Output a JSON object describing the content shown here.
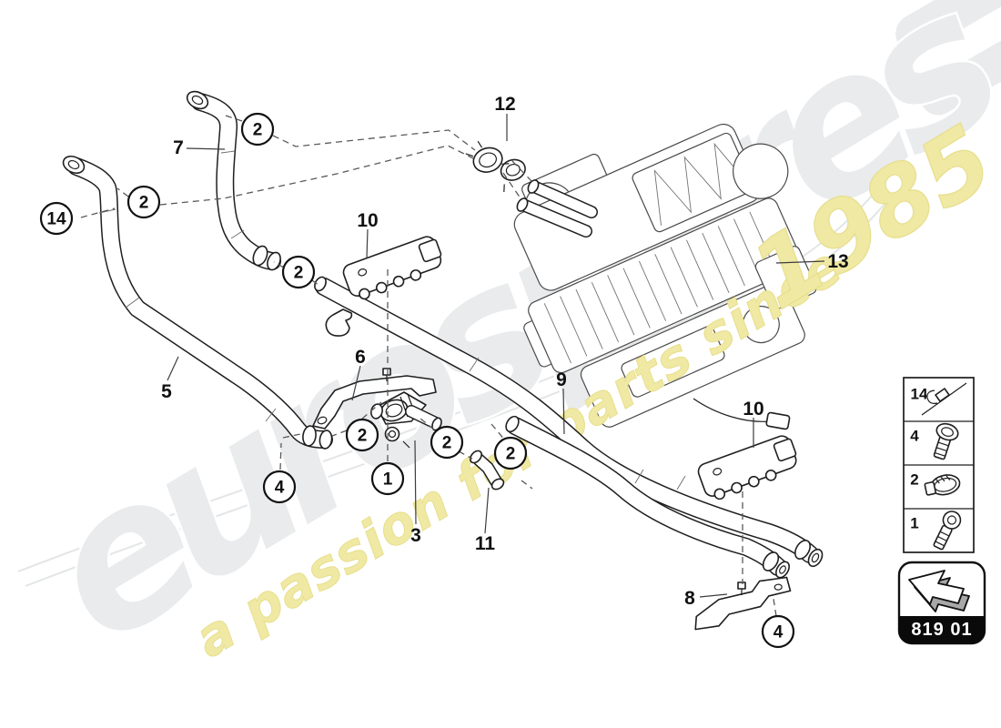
{
  "watermark": {
    "brand": "eurospares",
    "tagline": "a passion for parts since",
    "year": "1985",
    "brand_color": "#e9ebec",
    "tagline_color": "#f0e9a4"
  },
  "diagram": {
    "description": "heating-air-conditioning-pipes-exploded-view",
    "circled_callouts": [
      {
        "part": "14"
      },
      {
        "part": "2"
      },
      {
        "part": "2"
      },
      {
        "part": "2"
      },
      {
        "part": "2"
      },
      {
        "part": "2"
      },
      {
        "part": "2"
      },
      {
        "part": "1"
      },
      {
        "part": "4"
      },
      {
        "part": "4"
      }
    ],
    "part_labels": [
      {
        "part": "7"
      },
      {
        "part": "5"
      },
      {
        "part": "6"
      },
      {
        "part": "3"
      },
      {
        "part": "11"
      },
      {
        "part": "9"
      },
      {
        "part": "10"
      },
      {
        "part": "10"
      },
      {
        "part": "8"
      },
      {
        "part": "12"
      },
      {
        "part": "13"
      }
    ]
  },
  "legend": {
    "rows": [
      {
        "part": "14",
        "icon": "cable-tie-icon"
      },
      {
        "part": "4",
        "icon": "flanged-screw-icon"
      },
      {
        "part": "2",
        "icon": "hose-clamp-icon"
      },
      {
        "part": "1",
        "icon": "torx-screw-icon"
      }
    ]
  },
  "part_group": {
    "code": "819 01",
    "icon": "back-arrow-icon"
  }
}
